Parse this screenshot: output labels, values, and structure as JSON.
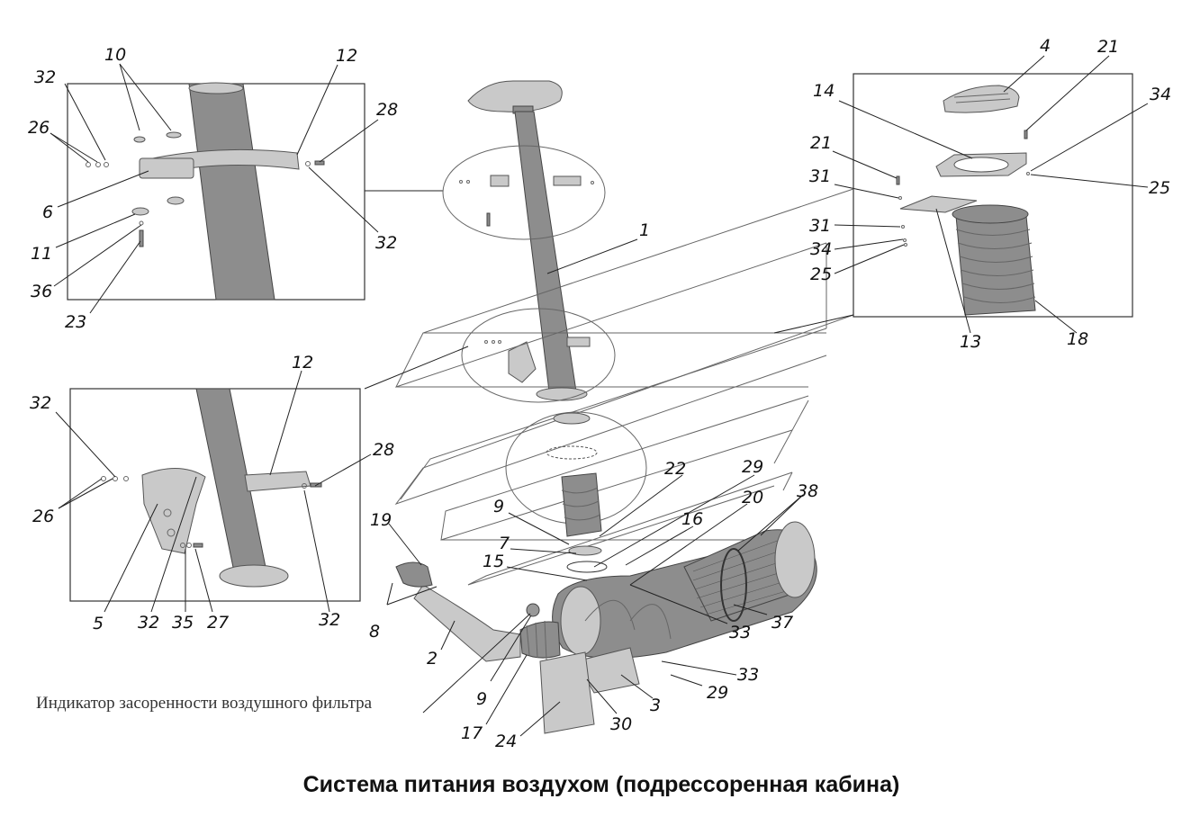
{
  "title": "Система питания воздухом (подрессоренная кабина)",
  "indicator_note": "Индикатор засоренности воздушного фильтра",
  "callouts": {
    "n1": "1",
    "n2": "2",
    "n3": "3",
    "n4": "4",
    "n5": "5",
    "n6": "6",
    "n7": "7",
    "n8": "8",
    "n9": "9",
    "n10": "10",
    "n11": "11",
    "n12": "12",
    "n13": "13",
    "n14": "14",
    "n15": "15",
    "n16": "16",
    "n17": "17",
    "n18": "18",
    "n19": "19",
    "n20": "20",
    "n21": "21",
    "n22": "22",
    "n23": "23",
    "n24": "24",
    "n25": "25",
    "n26": "26",
    "n27": "27",
    "n28": "28",
    "n29": "29",
    "n30": "30",
    "n31": "31",
    "n32": "32",
    "n33": "33",
    "n34": "34",
    "n35": "35",
    "n36": "36",
    "n37": "37",
    "n38": "38"
  }
}
